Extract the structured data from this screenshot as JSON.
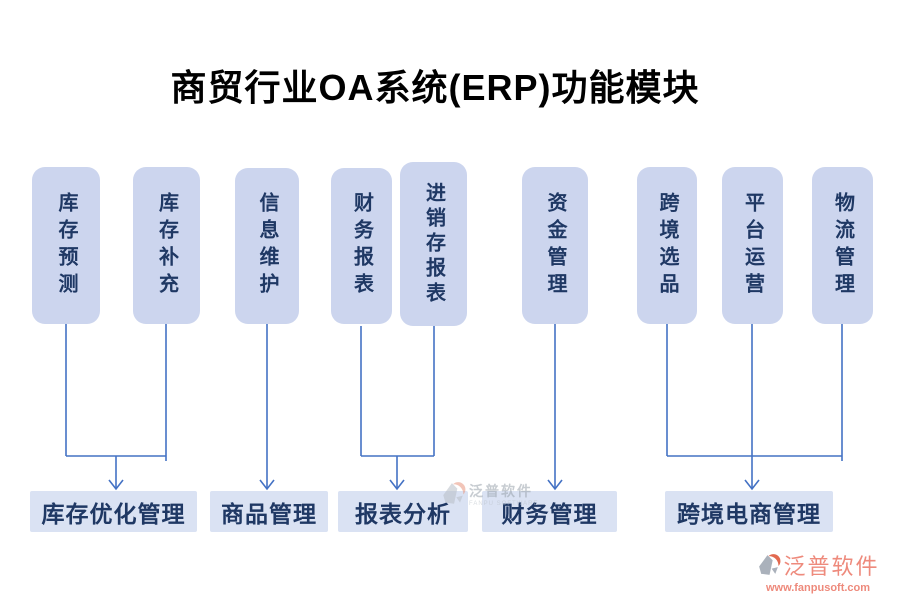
{
  "title": "商贸行业OA系统(ERP)功能模块",
  "modules": [
    {
      "label": "库存预测"
    },
    {
      "label": "库存补充"
    },
    {
      "label": "信息维护"
    },
    {
      "label": "财务报表"
    },
    {
      "label": "进销存报表"
    },
    {
      "label": "资金管理"
    },
    {
      "label": "跨境选品"
    },
    {
      "label": "平台运营"
    },
    {
      "label": "物流管理"
    }
  ],
  "categories": [
    {
      "label": "库存优化管理"
    },
    {
      "label": "商品管理"
    },
    {
      "label": "报表分析"
    },
    {
      "label": "财务管理"
    },
    {
      "label": "跨境电商管理"
    }
  ],
  "connections": [
    {
      "from": [
        "库存预测",
        "库存补充"
      ],
      "to": "库存优化管理"
    },
    {
      "from": [
        "信息维护"
      ],
      "to": "商品管理"
    },
    {
      "from": [
        "财务报表",
        "进销存报表"
      ],
      "to": "报表分析"
    },
    {
      "from": [
        "资金管理"
      ],
      "to": "财务管理"
    },
    {
      "from": [
        "跨境选品",
        "平台运营",
        "物流管理"
      ],
      "to": "跨境电商管理"
    }
  ],
  "watermark": {
    "text": "泛普软件",
    "subtext": "FANPU SOFTWARE"
  },
  "logo": {
    "name": "泛普软件",
    "url": "www.fanpusoft.com"
  },
  "colors": {
    "module_fill": "#ccd5ee",
    "category_fill": "#dae2f3",
    "box_text": "#1f3864",
    "connector": "#4472c4",
    "title": "#000000",
    "brand": "#ee8a7c"
  }
}
